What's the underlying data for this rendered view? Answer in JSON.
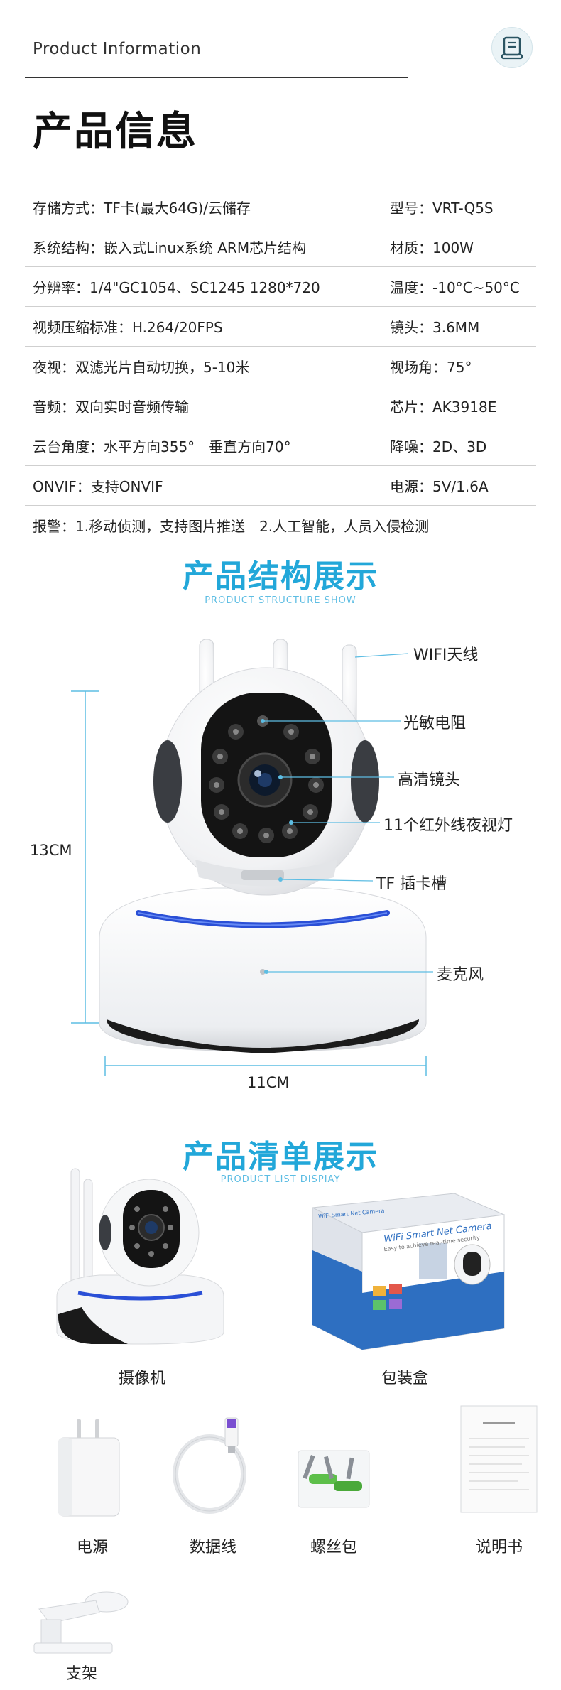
{
  "header": {
    "en_title": "Product Information",
    "title": "产品信息",
    "icon": "document-list-icon"
  },
  "specs": [
    {
      "left": "存储方式：TF卡(最大64G)/云储存",
      "right": "型号：VRT-Q5S"
    },
    {
      "left": "系统结构：嵌入式Linux系统 ARM芯片结构",
      "right": "材质：100W"
    },
    {
      "left": "分辨率：1/4\"GC1054、SC1245 1280*720",
      "right": "温度：-10°C~50°C"
    },
    {
      "left": "视频压缩标准：H.264/20FPS",
      "right": "镜头：3.6MM"
    },
    {
      "left": "夜视：双滤光片自动切换，5-10米",
      "right": "视场角：75°"
    },
    {
      "left": "音频：双向实时音频传输",
      "right": "芯片：AK3918E"
    },
    {
      "left": "云台角度：水平方向355°　垂直方向70°",
      "right": "降噪：2D、3D"
    },
    {
      "left": "ONVIF：支持ONVIF",
      "right": "电源：5V/1.6A"
    }
  ],
  "alarm": "报警：1.移动侦测，支持图片推送　2.人工智能，人员入侵检测",
  "structure": {
    "title": "产品结构展示",
    "subtitle": "PRODUCT STRUCTURE SHOW",
    "callouts": {
      "antenna": "WIFI天线",
      "photoresistor": "光敏电阻",
      "lens": "高清镜头",
      "ir_leds": "11个红外线夜视灯",
      "tf_slot": "TF 插卡槽",
      "mic": "麦克风"
    },
    "height_dim": "13CM",
    "width_dim": "11CM"
  },
  "list": {
    "title": "产品清单展示",
    "subtitle": "PRODUCT LIST DISPIAY",
    "box_brand": "WiFi Smart Net Camera",
    "box_tagline": "Easy to achieve real-time security",
    "items": {
      "camera": "摄像机",
      "box": "包装盒",
      "power": "电源",
      "cable": "数据线",
      "screws": "螺丝包",
      "manual": "说明书",
      "bracket": "支架"
    }
  },
  "colors": {
    "accent": "#22a7d9",
    "dim_line": "#5dbde3",
    "led_ring": "#2a4fd6"
  }
}
